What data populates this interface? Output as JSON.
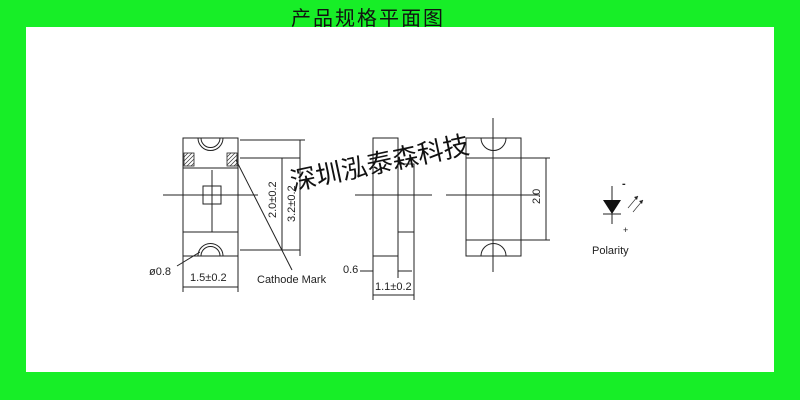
{
  "title": "产品规格平面图",
  "watermark": "深圳泓泰森科技",
  "top_view": {
    "width_label": "1.5±0.2",
    "pad_height_label": "2.0±0.2",
    "total_height_label": "3.2±0.2",
    "hole_label": "ø0.8",
    "cathode_label": "Cathode Mark"
  },
  "side_view": {
    "thickness_label": "1.1±0.2",
    "step_label": "0.6"
  },
  "bottom_view": {
    "height_label": "2.0"
  },
  "polarity": {
    "label": "Polarity",
    "minus": "-",
    "plus": "+"
  },
  "colors": {
    "background": "#17ee27",
    "panel": "#ffffff"
  }
}
